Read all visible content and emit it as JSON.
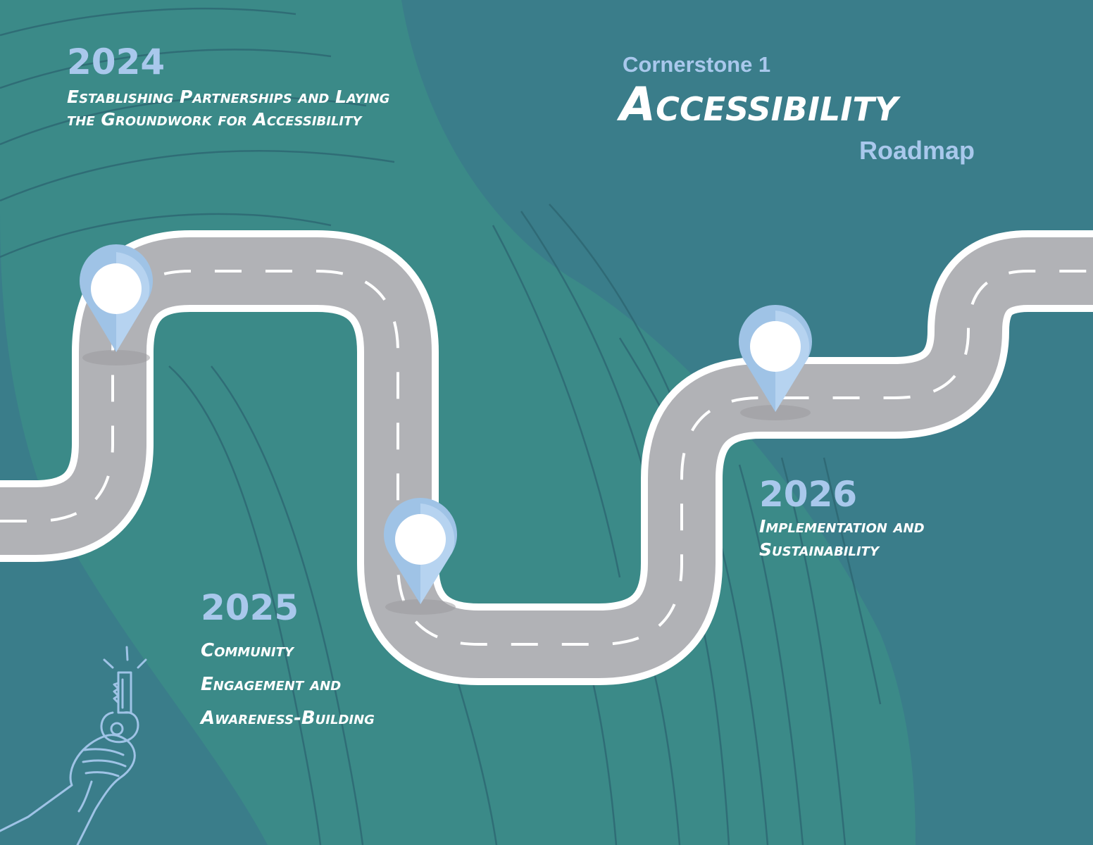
{
  "header": {
    "kicker": "Cornerstone 1",
    "title": "Accessibility",
    "subtitle": "Roadmap"
  },
  "milestones": [
    {
      "year": "2024",
      "title_line1": "Establishing Partnerships and Laying",
      "title_line2": "the Groundwork for Accessibility"
    },
    {
      "year": "2025",
      "title_line1": "Community",
      "title_line2": "Engagement and",
      "title_line3": "Awareness-Building"
    },
    {
      "year": "2026",
      "title_line1": "Implementation and",
      "title_line2": "Sustainability"
    }
  ],
  "colors": {
    "background": "#3a7d8a",
    "wave_band": "#3b8a88",
    "road": "#b1b2b6",
    "road_edge": "#ffffff",
    "pin": "#9fc3e6",
    "year_text": "#a9c8ec",
    "title_text": "#ffffff"
  },
  "illustration": {
    "icon": "hand-holding-key-icon"
  }
}
